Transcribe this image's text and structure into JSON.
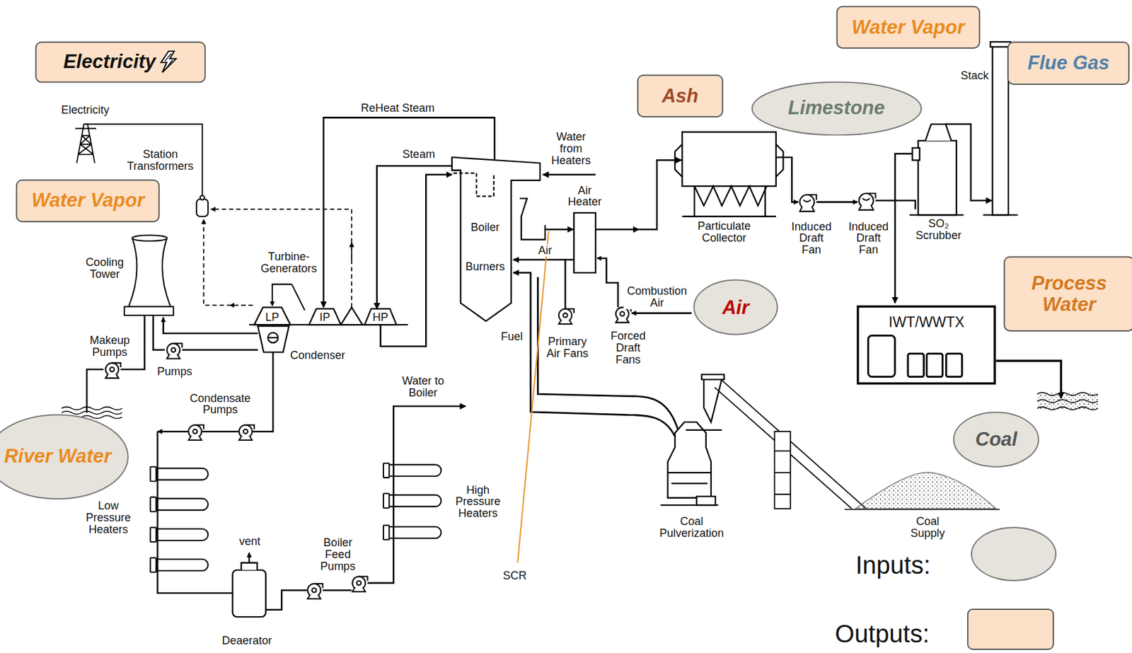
{
  "diagram": {
    "nodes": [
      {
        "text": [
          "Electricity"
        ]
      },
      {
        "text": [
          "Water Vapor"
        ]
      },
      {
        "text": [
          "Flue Gas"
        ]
      },
      {
        "text": [
          "Ash"
        ]
      },
      {
        "text": [
          "Limestone"
        ]
      },
      {
        "text": [
          "Water Vapor"
        ]
      },
      {
        "text": [
          "Air"
        ]
      },
      {
        "text": [
          "Process Water"
        ]
      },
      {
        "text": [
          "IWT/WWTX"
        ]
      },
      {
        "text": [
          "River Water"
        ]
      },
      {
        "text": [
          "Coal"
        ]
      }
    ],
    "labels": [
      "Electricity",
      "Station Transformers",
      "Cooling Tower",
      "Makeup Pumps",
      "Pumps",
      "Condenser",
      "Condensate Pumps",
      "Low Pressure Heaters",
      "vent",
      "Deaerator",
      "Boiler Feed Pumps",
      "Water to Boiler",
      "High Pressure Heaters",
      "Turbine-Generators",
      "LP",
      "IP",
      "HP",
      "ReHeat Steam",
      "Steam",
      "Boiler",
      "Burners",
      "Water from Heaters",
      "Air Heater",
      "Air",
      "Fuel",
      "Primary Air Fans",
      "Forced Draft Fans",
      "Combustion Air",
      "Particulate Collector",
      "Induced Draft Fan",
      "Induced Draft Fan",
      "SO₂ Scrubber",
      "Stack",
      "Coal Pulverization",
      "Coal Supply",
      "SCR"
    ],
    "legend": [
      {
        "text": "Inputs:",
        "color": "#e6e3dc"
      },
      {
        "text": "Outputs:",
        "color": "#fce1c8"
      }
    ]
  }
}
